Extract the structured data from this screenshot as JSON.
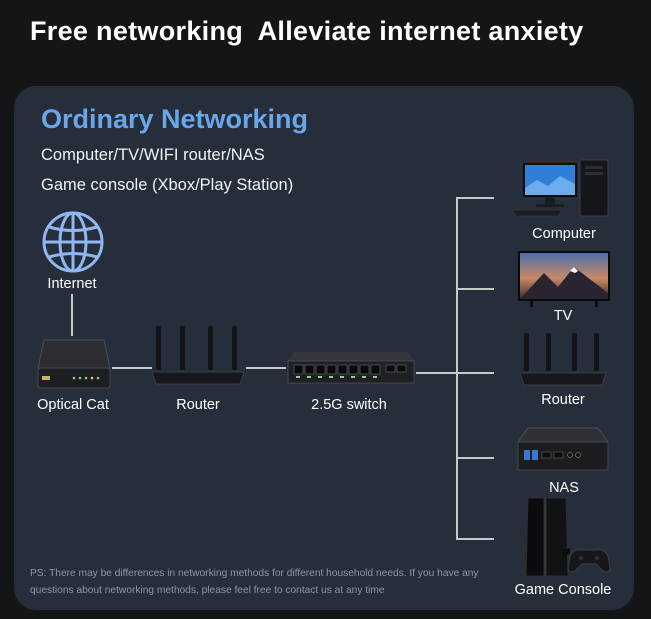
{
  "header": {
    "headline": "Free networking  Alleviate internet anxiety"
  },
  "panel": {
    "title": "Ordinary Networking",
    "lines": [
      "Computer/TV/WIFI router/NAS",
      "Game console (Xbox/Play Station)"
    ]
  },
  "devices": {
    "internet": "Internet",
    "optical_cat": "Optical Cat",
    "router": "Router",
    "switch": "2.5G switch",
    "computer": "Computer",
    "tv": "TV",
    "router_right": "Router",
    "nas": "NAS",
    "game_console": "Game Console"
  },
  "note": "PS: There may be differences in networking methods for different household needs. If you have any questions about networking methods, please feel free to contact us at any time",
  "colors": {
    "background": "#141517",
    "panel": "#262e3c",
    "title_accent": "#6aa6e8",
    "globe": "#8fb8f0"
  },
  "icons": [
    "globe-icon",
    "optical-cat-icon",
    "router-icon",
    "switch-icon",
    "computer-icon",
    "tv-icon",
    "nas-icon",
    "game-console-icon"
  ]
}
